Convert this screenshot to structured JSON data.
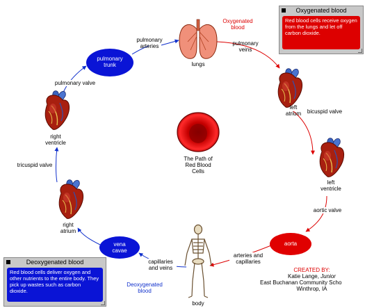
{
  "nodes": {
    "lungs": "lungs",
    "left_atrium": [
      "left",
      "atrium"
    ],
    "left_ventricle": [
      "left",
      "ventricle"
    ],
    "aorta": "aorta",
    "body": "body",
    "vena_cavae": [
      "vena",
      "cavae"
    ],
    "right_atrium": [
      "right",
      "atrium"
    ],
    "right_ventricle": [
      "right",
      "ventricle"
    ],
    "pulmonary_trunk": [
      "pulmonary",
      "trunk"
    ]
  },
  "links": {
    "pulmonary_arteries": [
      "pulmonary",
      "arteries"
    ],
    "pulmonary_veins": [
      "pulmonary",
      "veins"
    ],
    "bicuspid_valve": "bicuspid valve",
    "aortic_valve": "aortic valve",
    "arteries_capillaries": [
      "arteries and",
      "capillaries"
    ],
    "capillaries_veins": [
      "capillaries",
      "and veins"
    ],
    "tricuspid_valve": "tricuspid valve",
    "pulmonary_valve": "pulmonary valve"
  },
  "center_title": [
    "The Path of",
    "Red Blood",
    "Cells"
  ],
  "oxygenated_label": [
    "Oxygenated",
    "blood"
  ],
  "deoxygenated_label": [
    "Deoxygenated",
    "blood"
  ],
  "oxy_note": {
    "title": "Oxygenated blood",
    "body": "Red blood cells receive oxygen from the lungs and let off carbon dioxide."
  },
  "deoxy_note": {
    "title": "Deoxygenated blood",
    "body": "Red blood cells deliver oxygen and other nutrients to the entire body. They pick up wastes such as carbon dioxide."
  },
  "credits": {
    "heading": "CREATED BY:",
    "name": "Katie Lange, ",
    "grade": "Junior",
    "school": "East Buchanan Community Scho",
    "town": "Winthrop, IA"
  },
  "colors": {
    "red": "#dd0000",
    "blue": "#1030cc",
    "oval_blue": "#0a14d6",
    "oval_red": "#e00000",
    "heart_red": "#a82010",
    "lung_pink": "#f0907a"
  }
}
